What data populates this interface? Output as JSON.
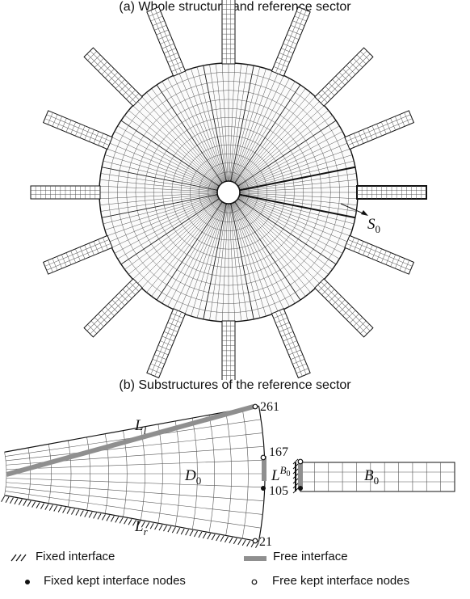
{
  "panel_a": {
    "caption": "(a) Whole structure and reference sector",
    "sector_label_main": "S",
    "sector_label_sub": "0",
    "num_sectors": 16,
    "ref_sector_index": 0
  },
  "panel_b": {
    "caption": "(b) Substructures of the reference sector",
    "L_left_main": "L",
    "L_left_sub": "l",
    "L_right_main": "L",
    "L_right_sub": "r",
    "D_main": "D",
    "D_sub": "0",
    "B_main": "B",
    "B_sub": "0",
    "LB_main": "L",
    "LB_sup_main": "B",
    "LB_sup_sub": "0",
    "node_261": "261",
    "node_167": "167",
    "node_105": "105",
    "node_21": "21"
  },
  "legend": {
    "fixed_interface": "Fixed interface",
    "free_interface": "Free interface",
    "fixed_nodes": "Fixed kept interface nodes",
    "free_nodes": "Free kept interface nodes"
  },
  "colors": {
    "mesh": "#555555",
    "free_interface": "#8f8f8f",
    "outline": "#111111"
  }
}
